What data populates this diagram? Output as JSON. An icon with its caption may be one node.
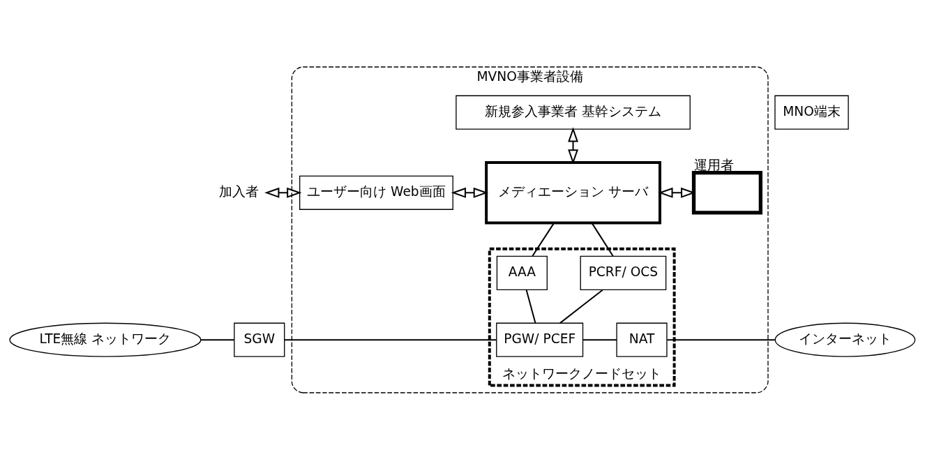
{
  "diagram": {
    "nodes": [
      {
        "text": [
          "MVNO事業者設備"
        ]
      },
      {
        "text": [
          "新規参入事業者 基幹システム"
        ],
        "in": 0
      },
      {
        "text": [
          "ユーザー向け Web画面"
        ],
        "in": 0
      },
      {
        "text": [
          "メディエーション サーバ"
        ],
        "in": 0
      },
      {
        "text": [],
        "shape": "box",
        "beside": [
          "運用者"
        ],
        "in": 0
      },
      {
        "text": [
          "ネットワークノードセット"
        ],
        "in": 0
      },
      {
        "text": [
          "PCRF/ OCS"
        ],
        "in": 5
      },
      {
        "text": [
          "AAA"
        ],
        "in": 5
      },
      {
        "text": [
          "PGW/ PCEF"
        ],
        "in": 5
      },
      {
        "text": [
          "NAT"
        ],
        "in": 5
      },
      {
        "text": [
          "加入者"
        ]
      },
      {
        "text": [
          "MNO端末"
        ]
      },
      {
        "text": [
          "LTE無線 ネットワーク"
        ]
      },
      {
        "text": [
          "SGW"
        ]
      },
      {
        "text": [
          "インターネット"
        ]
      }
    ],
    "edges": [
      {
        "from": 1,
        "to": 3,
        "arrow": "both"
      },
      {
        "from": 10,
        "to": 2,
        "arrow": "both"
      },
      {
        "from": 2,
        "to": 3,
        "arrow": "both"
      },
      {
        "from": 3,
        "to": 4,
        "arrow": "both"
      },
      {
        "from": 3,
        "to": 6,
        "arrow": "none"
      },
      {
        "from": 3,
        "to": 7,
        "arrow": "none"
      },
      {
        "from": 6,
        "to": 8,
        "arrow": "none"
      },
      {
        "from": 7,
        "to": 8,
        "arrow": "none"
      },
      {
        "from": 12,
        "to": 13,
        "arrow": "none"
      },
      {
        "from": 13,
        "to": 8,
        "arrow": "none"
      },
      {
        "from": 8,
        "to": 9,
        "arrow": "none"
      },
      {
        "from": 9,
        "to": 14,
        "arrow": "none"
      }
    ]
  }
}
